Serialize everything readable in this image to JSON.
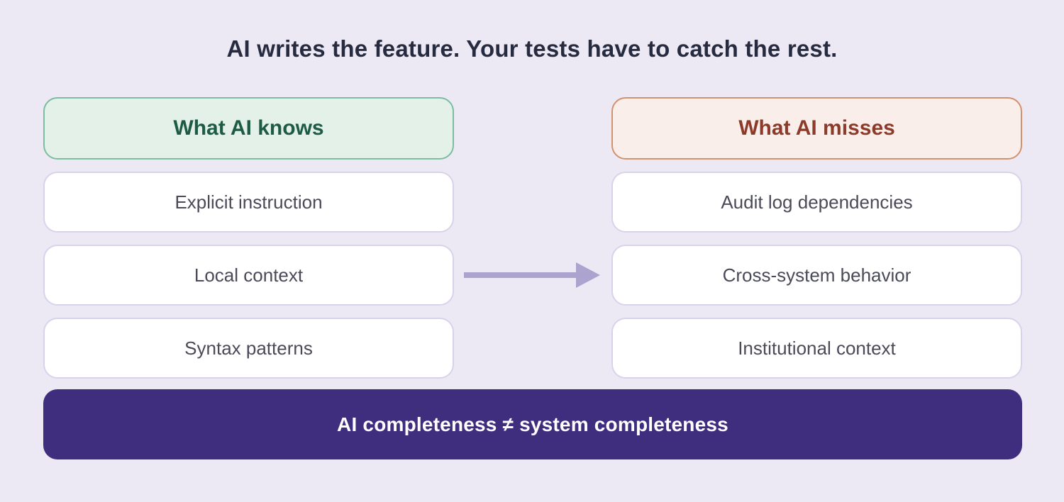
{
  "title": "AI writes the feature. Your tests have to catch the rest.",
  "columns": {
    "left": {
      "header": "What AI knows",
      "items": [
        "Explicit instruction",
        "Local context",
        "Syntax patterns"
      ]
    },
    "right": {
      "header": "What AI misses",
      "items": [
        "Audit log dependencies",
        "Cross-system behavior",
        "Institutional context"
      ]
    }
  },
  "arrow_icon": "right-arrow",
  "banner": {
    "label": "AI completeness ≠ system completeness"
  },
  "colors": {
    "background": "#ECE9F4",
    "title_text": "#272B40",
    "knows_bg": "#E3F1E9",
    "knows_border": "#7CBCA0",
    "knows_text": "#1E5B45",
    "misses_bg": "#F9EEE9",
    "misses_border": "#D0926F",
    "misses_text": "#8C3B2B",
    "card_bg": "#FFFFFF",
    "card_border": "#D8D3EA",
    "card_text": "#4A4A59",
    "arrow": "#ACA4CF",
    "banner_bg": "#3F2D7D",
    "banner_text": "#FFFFFF"
  }
}
